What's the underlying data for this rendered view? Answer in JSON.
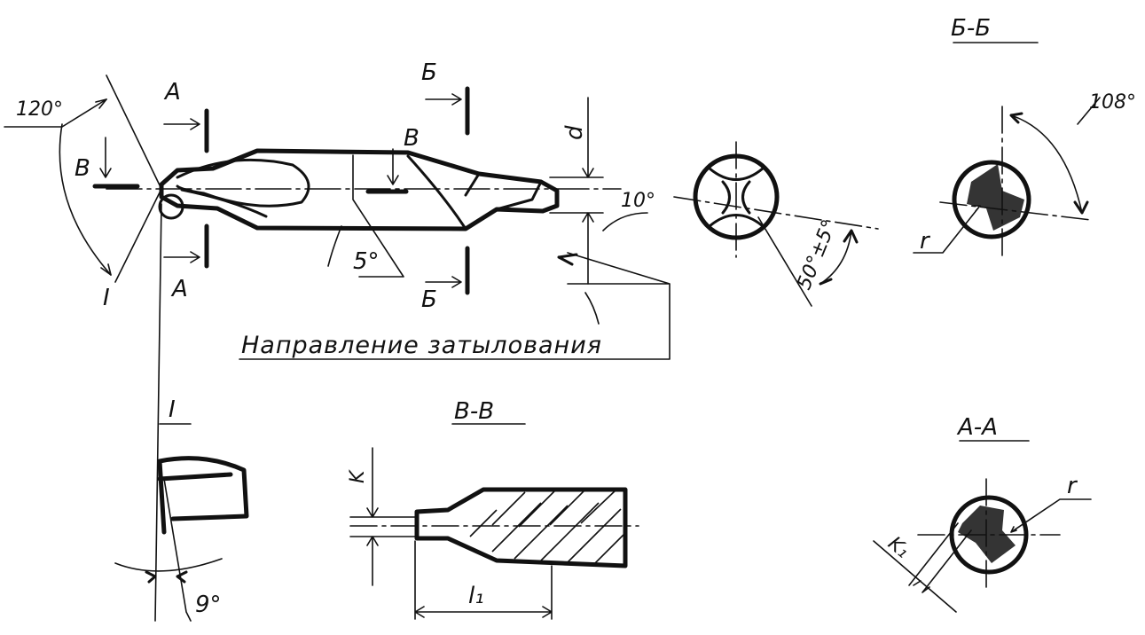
{
  "labels": {
    "section_bb_title": "Б-Б",
    "section_vv_title": "В-В",
    "section_aa_title": "А-А",
    "detail_i_title": "I",
    "angle_120": "120°",
    "angle_5": "5°",
    "angle_10": "10°",
    "angle_108": "108°",
    "angle_50": "50°±5°",
    "angle_9": "9°",
    "cut_a_top": "А",
    "cut_a_bottom": "А",
    "cut_b_top": "Б",
    "cut_b_bottom": "Б",
    "cut_v_left": "В",
    "cut_v_mid": "В",
    "detail_i_mark": "I",
    "dim_d": "d",
    "dim_k": "K",
    "dim_l1": "l₁",
    "dim_k1": "K₁",
    "radius_r_bb": "r",
    "radius_r_aa": "r",
    "caption": "Направление затылования"
  }
}
